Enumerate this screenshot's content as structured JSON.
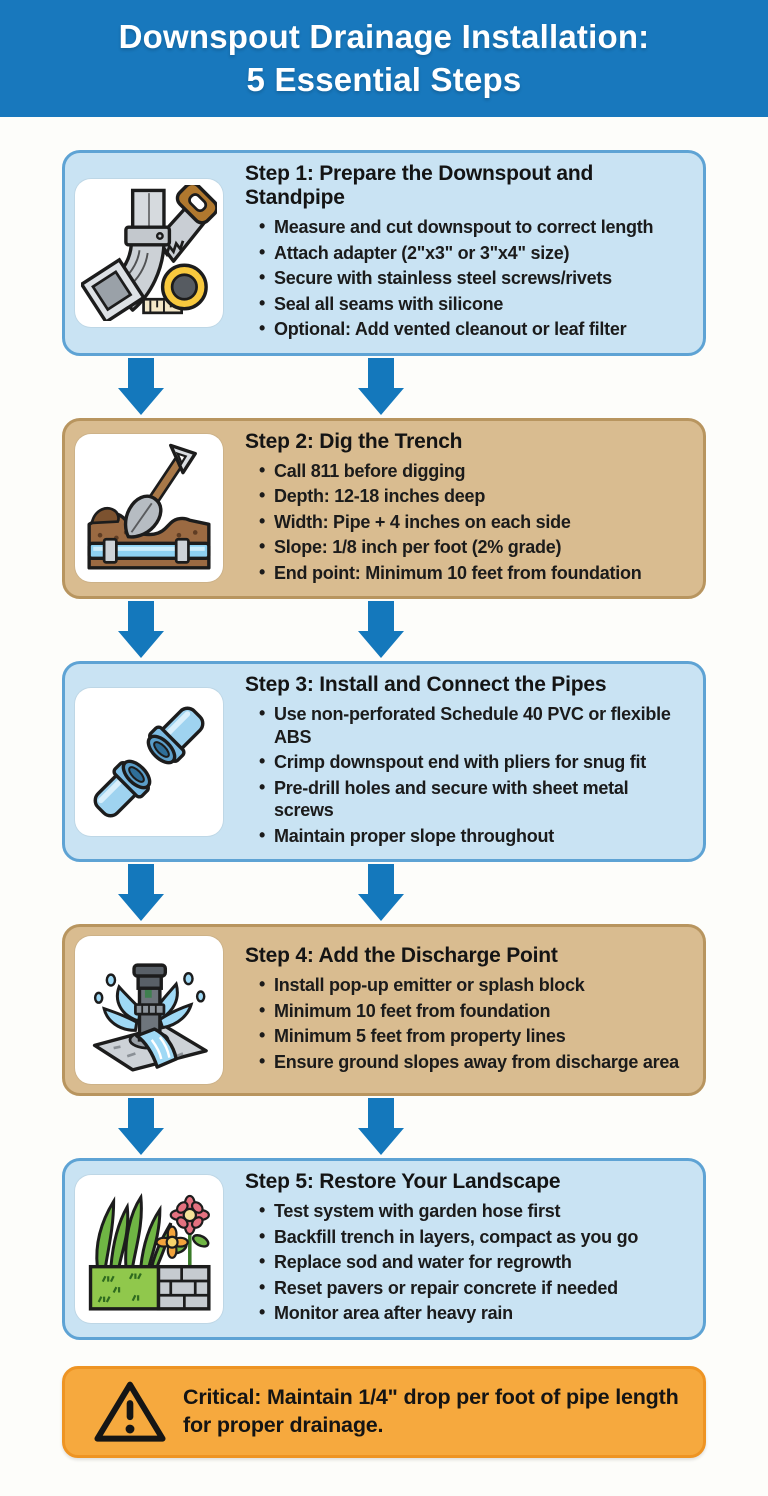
{
  "header": {
    "title_line1": "Downspout Drainage Installation:",
    "title_line2": "5 Essential Steps"
  },
  "steps": [
    {
      "title": "Step 1: Prepare the Downspout and Standpipe",
      "icon": "downspout-saw-tape-icon",
      "theme": "blue",
      "bullets": [
        "Measure and cut downspout to correct length",
        "Attach adapter (2\"x3\" or 3\"x4\" size)",
        "Secure with stainless steel screws/rivets",
        "Seal all seams with silicone",
        "Optional: Add vented cleanout or leaf filter"
      ]
    },
    {
      "title": "Step 2: Dig the Trench",
      "icon": "shovel-trench-icon",
      "theme": "tan",
      "bullets": [
        "Call 811 before digging",
        "Depth: 12-18 inches deep",
        "Width: Pipe + 4 inches on each side",
        "Slope: 1/8 inch per foot (2% grade)",
        "End point: Minimum 10 feet from foundation"
      ]
    },
    {
      "title": "Step 3: Install and Connect the Pipes",
      "icon": "pipe-connection-icon",
      "theme": "blue",
      "bullets": [
        "Use non-perforated Schedule 40 PVC or flexible ABS",
        "Crimp downspout end with pliers for snug fit",
        "Pre-drill holes and secure with sheet metal screws",
        "Maintain proper slope throughout"
      ]
    },
    {
      "title": "Step 4: Add the Discharge Point",
      "icon": "popup-emitter-icon",
      "theme": "tan",
      "bullets": [
        "Install pop-up emitter or splash block",
        "Minimum 10 feet from foundation",
        "Minimum 5 feet from property lines",
        "Ensure ground slopes away from discharge area"
      ]
    },
    {
      "title": "Step 5: Restore Your Landscape",
      "icon": "landscape-restore-icon",
      "theme": "blue",
      "bullets": [
        "Test system with garden hose first",
        "Backfill trench in layers, compact as you go",
        "Replace sod and water for regrowth",
        "Reset pavers or repair concrete if needed",
        "Monitor area after heavy rain"
      ]
    }
  ],
  "warning": {
    "icon": "warning-triangle-icon",
    "text": "Critical: Maintain 1/4\" drop per foot of pipe length for proper drainage."
  },
  "colors": {
    "header_blue": "#1878bd",
    "arrow_blue": "#1478bc",
    "box_blue_fill": "#c9e3f3",
    "box_blue_border": "#5ea3d4",
    "box_tan_fill": "#d9bc90",
    "box_tan_border": "#b8955f",
    "warning_fill": "#f6a93e",
    "warning_border": "#ee9423",
    "text": "#161616"
  }
}
